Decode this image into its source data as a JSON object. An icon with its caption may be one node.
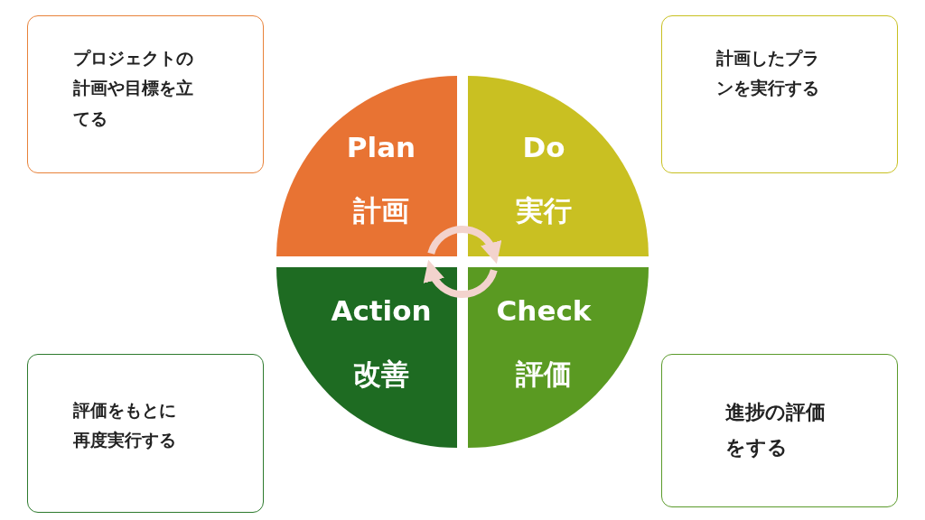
{
  "diagram": {
    "nodes": [
      {
        "text": [
          "Plan",
          "計画"
        ]
      },
      {
        "text": [
          "Do",
          "実行"
        ]
      },
      {
        "text": [
          "Action",
          "改善"
        ]
      },
      {
        "text": [
          "Check",
          "評価"
        ]
      },
      {
        "text": [
          "プロジェクトの計画や目標を立てる"
        ]
      },
      {
        "text": [
          "計画したプランを実行する"
        ]
      },
      {
        "text": [
          "評価をもとに再度実行する"
        ]
      },
      {
        "text": [
          "進捗の評価をする"
        ]
      }
    ],
    "edges": [
      {
        "from": 0,
        "to": 1,
        "arrow": "to"
      },
      {
        "from": 3,
        "to": 2,
        "arrow": "to"
      }
    ]
  }
}
